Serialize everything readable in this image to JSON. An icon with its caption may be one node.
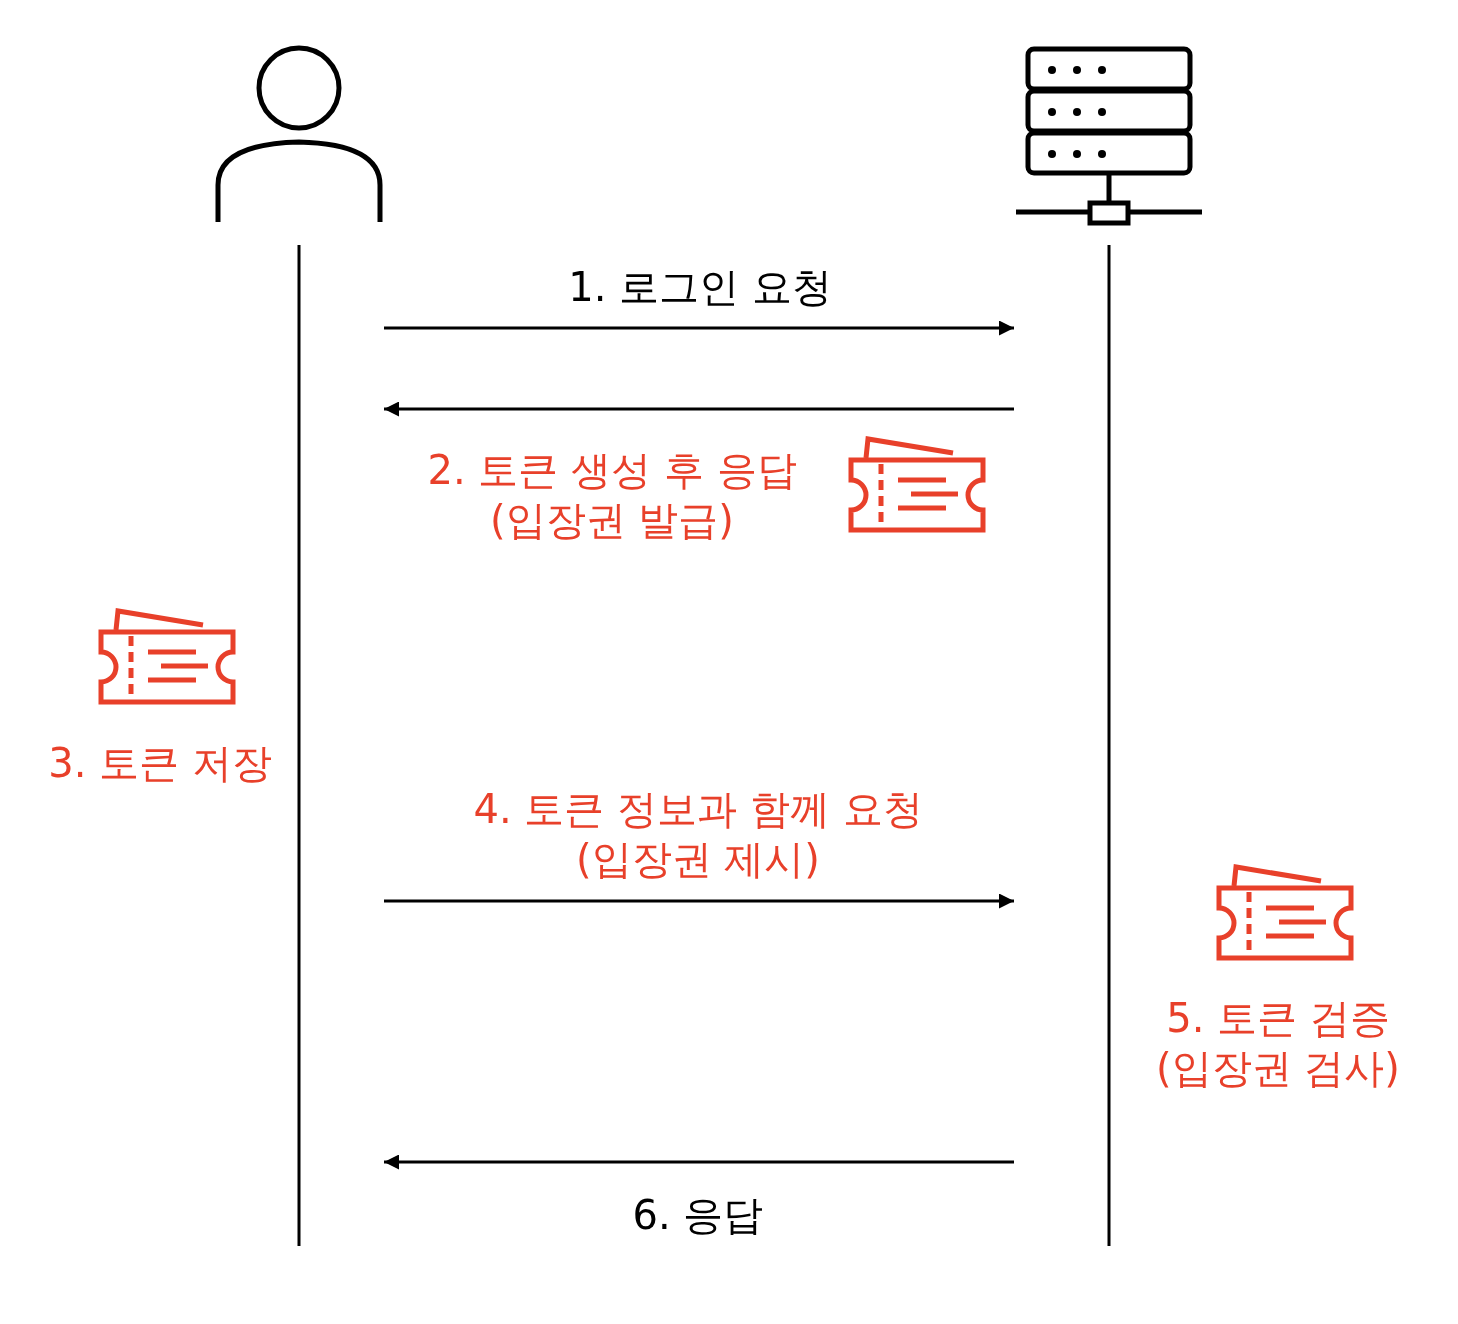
{
  "diagram": {
    "nodes": [
      {
        "text": [],
        "shape": "person"
      },
      {
        "text": [],
        "shape": "server"
      }
    ],
    "edges": [
      {
        "from": 0,
        "to": 1,
        "arrow": "to",
        "label": "1. 로그인 요청"
      },
      {
        "from": 1,
        "to": 0,
        "arrow": "to",
        "label": "2. 토큰 생성 후 응답 (입장권 발급)"
      },
      {
        "from": 0,
        "to": 1,
        "arrow": "to",
        "label": "4. 토큰 정보과 함께 요청 (입장권 제시)"
      },
      {
        "from": 1,
        "to": 0,
        "arrow": "to",
        "label": "6. 응답"
      }
    ],
    "labels": [
      "3. 토큰 저장",
      "5. 토큰 검증 (입장권 검사)"
    ]
  }
}
